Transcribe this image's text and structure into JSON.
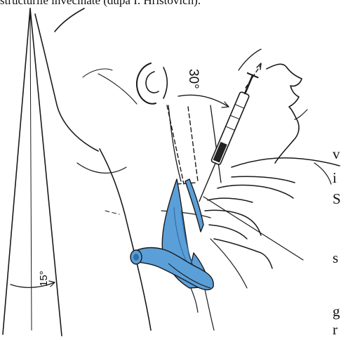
{
  "figure": {
    "caption_fragment": "structurile învecinate (după I. Hristovich).",
    "angle_top": "30°",
    "angle_bottom": "15°",
    "right_text_fragments": [
      "v",
      "i",
      "S",
      "s",
      "g",
      "r"
    ]
  },
  "colors": {
    "line": "#1a1a1a",
    "highlight": "#5b9fd8",
    "highlight_dark": "#2f6fa8"
  }
}
